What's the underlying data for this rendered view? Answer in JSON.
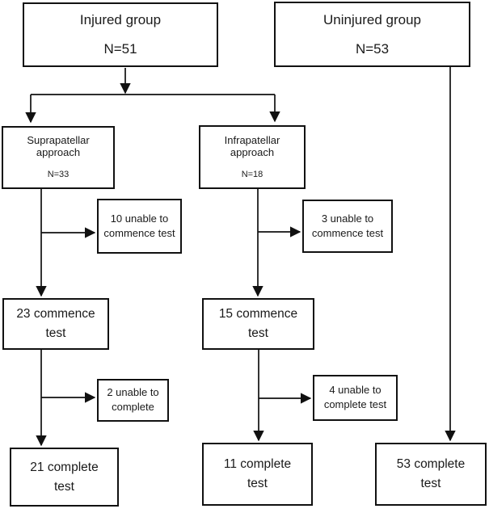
{
  "diagram": {
    "type": "flowchart",
    "colors": {
      "line": "#111111",
      "text": "#1a1a1a",
      "background": "#ffffff"
    },
    "boxes": {
      "injured": {
        "line1": "Injured group",
        "line2": "N=51"
      },
      "uninjured": {
        "line1": "Uninjured group",
        "line2": "N=53"
      },
      "suprapatellar": {
        "line1": "Suprapatellar",
        "line2": "approach",
        "line3": "N=33"
      },
      "infrapatellar": {
        "line1": "Infrapatellar",
        "line2": "approach",
        "line3": "N=18"
      },
      "supra_unable_commence": {
        "line1": "10 unable to",
        "line2": "commence test"
      },
      "infra_unable_commence": {
        "line1": "3 unable to",
        "line2": "commence test"
      },
      "supra_commence": {
        "line1": "23 commence",
        "line2": "test"
      },
      "infra_commence": {
        "line1": "15 commence",
        "line2": "test"
      },
      "supra_unable_complete": {
        "line1": "2 unable to",
        "line2": "complete"
      },
      "infra_unable_complete": {
        "line1": "4 unable to",
        "line2": "complete test"
      },
      "supra_complete": {
        "line1": "21 complete",
        "line2": "test"
      },
      "infra_complete": {
        "line1": "11 complete",
        "line2": "test"
      },
      "uninjured_complete": {
        "line1": "53 complete",
        "line2": "test"
      }
    }
  }
}
